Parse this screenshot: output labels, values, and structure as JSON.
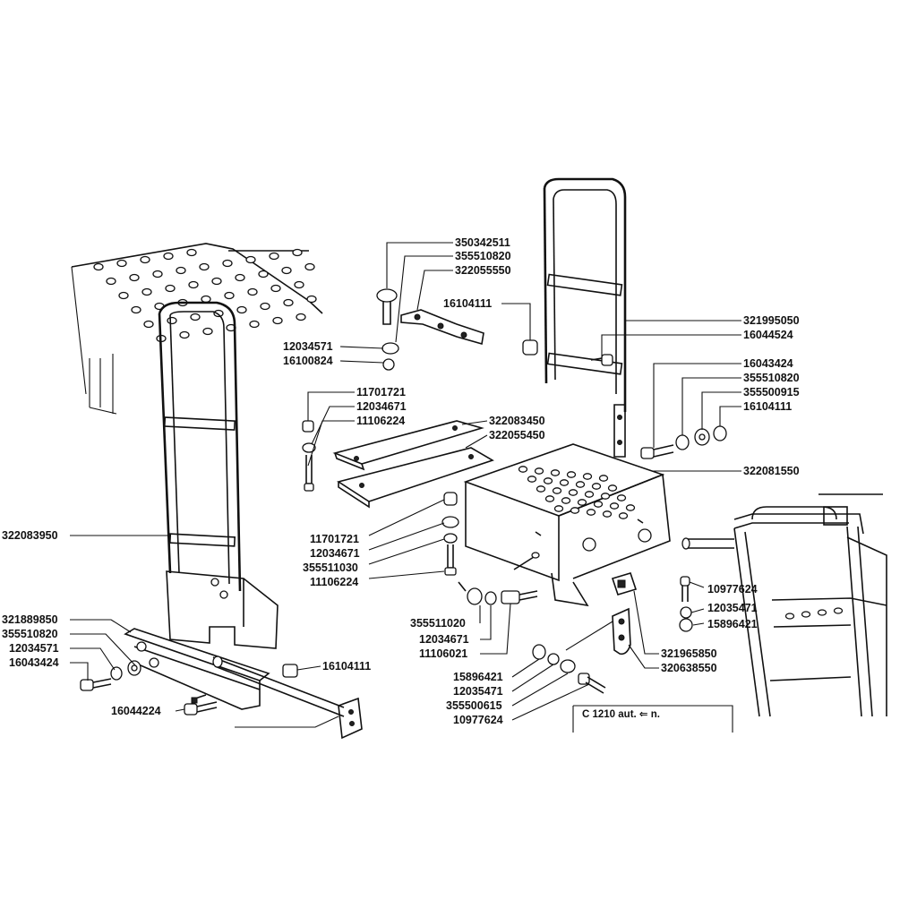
{
  "labels": {
    "p350342511": "350342511",
    "p355510820_a": "355510820",
    "p322055550": "322055550",
    "p16104111_a": "16104111",
    "p12034571_a": "12034571",
    "p16100824": "16100824",
    "p11701721_a": "11701721",
    "p12034671_a": "12034671",
    "p11106224_a": "11106224",
    "p322083450": "322083450",
    "p322055450": "322055450",
    "p321995050": "321995050",
    "p16044524": "16044524",
    "p16043424_a": "16043424",
    "p355510820_b": "355510820",
    "p355500915": "355500915",
    "p16104111_b": "16104111",
    "p322081550": "322081550",
    "p322083950": "322083950",
    "p11701721_b": "11701721",
    "p12034671_b": "12034671",
    "p355511030": "355511030",
    "p11106224_b": "11106224",
    "p10977624_a": "10977624",
    "p12035471_a": "12035471",
    "p15896421_a": "15896421",
    "p321889850": "321889850",
    "p355510820_c": "355510820",
    "p12034571_b": "12034571",
    "p16043424_b": "16043424",
    "p16104111_c": "16104111",
    "p16044224": "16044224",
    "p355511020": "355511020",
    "p12034671_c": "12034671",
    "p11106021": "11106021",
    "p321965850": "321965850",
    "p320638550": "320638550",
    "p15896421_b": "15896421",
    "p12035471_b": "12035471",
    "p355500615": "355500615",
    "p10977624_b": "10977624"
  },
  "note": {
    "text": "C 1210 aut. ⇐ n."
  }
}
